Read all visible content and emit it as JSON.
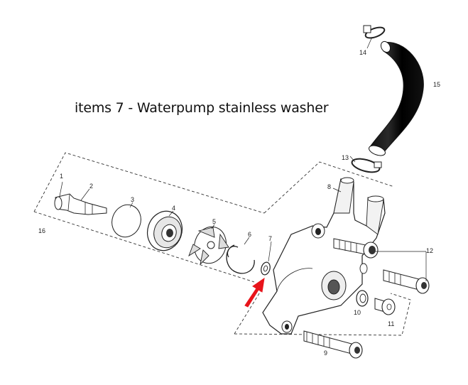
{
  "caption": "items 7 - Waterpump stainless washer",
  "parts": {
    "p1": "1",
    "p2": "2",
    "p3": "3",
    "p4": "4",
    "p5": "5",
    "p6": "6",
    "p7": "7",
    "p8": "8",
    "p9": "9",
    "p10": "10",
    "p11": "11",
    "p12": "12",
    "p13": "13",
    "p14": "14",
    "p15": "15",
    "p16": "16"
  },
  "colors": {
    "highlight_arrow": "#e8141b",
    "line": "#222222",
    "hose": "#1a1a1a"
  }
}
